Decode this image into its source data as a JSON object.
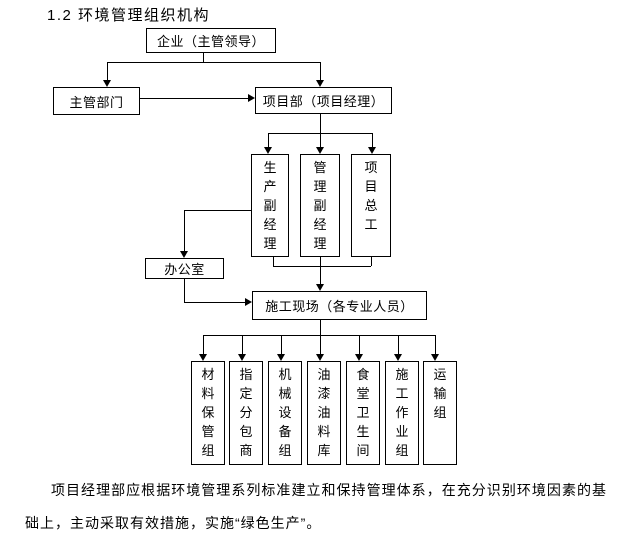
{
  "page": {
    "title": "1.2 环境管理组织机构",
    "paragraph": "项目经理部应根据环境管理系列标准建立和保持管理体系，在充分识别环境因素的基础上，主动采取有效措施，实施“绿色生产”。"
  },
  "diagram": {
    "nodes": {
      "enterprise": "企业（主管领导）",
      "dept": "主管部门",
      "project": "项目部（项目经理）",
      "production": "生产副经理",
      "management": "管理副经理",
      "chief": "项目总工",
      "office": "办公室",
      "site": "施工现场（各专业人员）",
      "material": "材料保管组",
      "subcontractor": "指定分包商",
      "machinery": "机械设备组",
      "paint": "油漆油料库",
      "canteen": "食堂卫生间",
      "construction": "施工作业组",
      "transport": "运输组"
    }
  },
  "colors": {
    "ink": "#000000",
    "paper": "#ffffff"
  }
}
